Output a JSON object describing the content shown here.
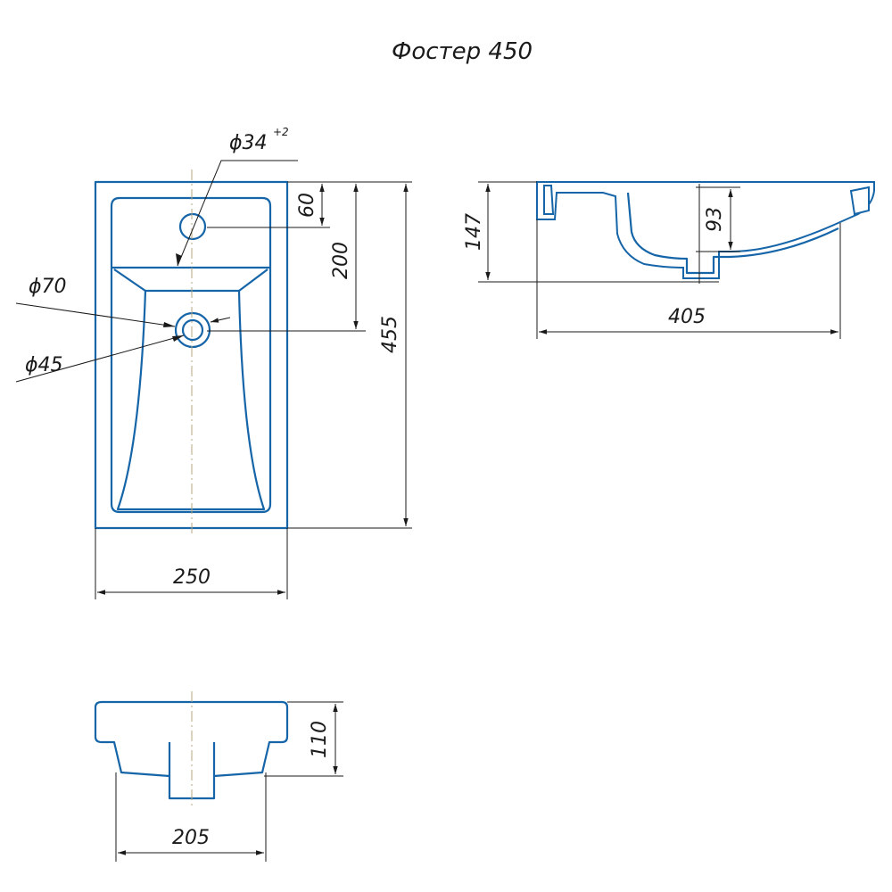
{
  "title": "Фостер 450",
  "dimensions": {
    "tap_hole": "ϕ34",
    "tap_hole_tol": "+2",
    "tap_offset": "60",
    "drain_offset": "200",
    "length": "455",
    "width": "250",
    "drain_outer": "ϕ70",
    "drain_inner": "ϕ45",
    "height_total": "147",
    "bowl_depth": "93",
    "side_length": "405",
    "front_height": "110",
    "bottom_width": "205"
  },
  "colors": {
    "outline": "#1565a8",
    "dimension_lines": "#1a1a1a",
    "axis": "#b5a782"
  }
}
